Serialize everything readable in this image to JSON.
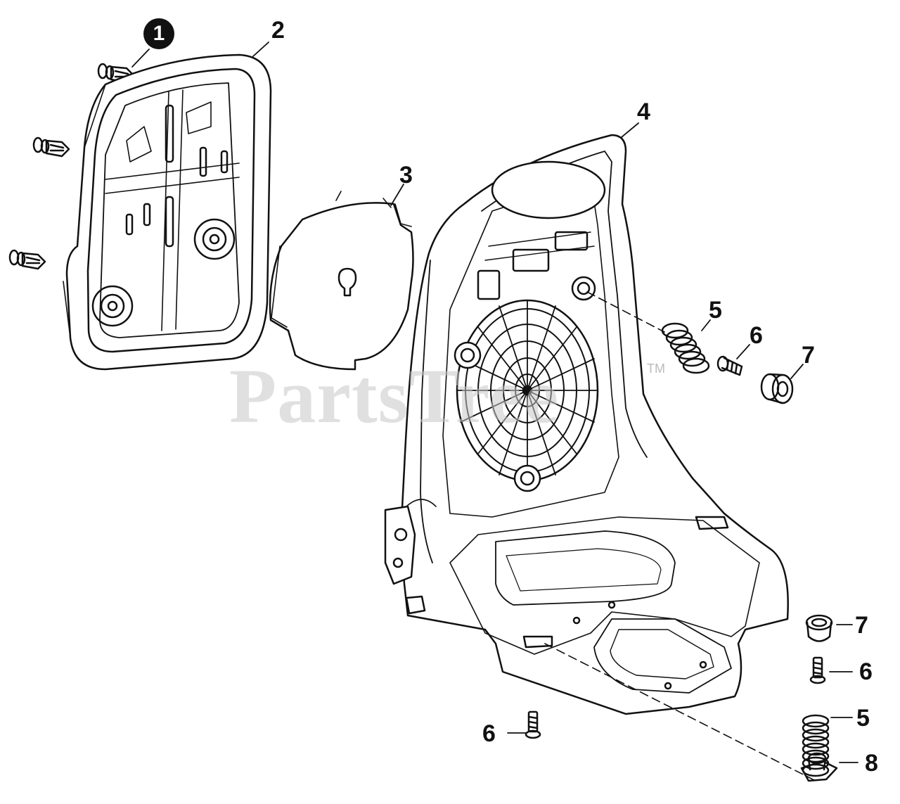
{
  "watermark": {
    "text": "PartsTree",
    "tm": "TM"
  },
  "callouts": {
    "c1": "1",
    "c2": "2",
    "c3": "3",
    "c4": "4",
    "c5a": "5",
    "c6a": "6",
    "c7a": "7",
    "c7b": "7",
    "c6b": "6",
    "c5b": "5",
    "c6c": "6",
    "c8": "8"
  },
  "colors": {
    "line": "#111111",
    "panel_fill": "#ffffff",
    "shade": "#e6e6e6",
    "grid": "#222222"
  }
}
